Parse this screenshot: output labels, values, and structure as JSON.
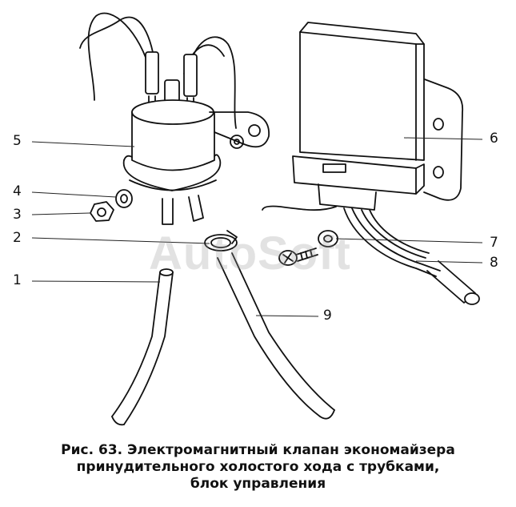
{
  "figure": {
    "labels": [
      "1",
      "2",
      "3",
      "4",
      "5",
      "6",
      "7",
      "8",
      "9"
    ],
    "watermark": "AutoSoft"
  },
  "caption": {
    "line1": "Рис. 63. Электромагнитный клапан экономайзера",
    "line2": "принудительного холостого хода с трубками,",
    "line3": "блок управления"
  }
}
